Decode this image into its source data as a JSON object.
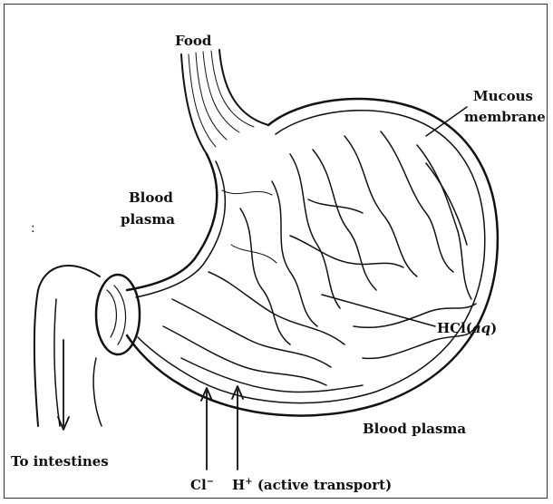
{
  "labels": {
    "food": "Food",
    "mucous_line1": "Mucous",
    "mucous_line2": "membrane",
    "blood_plasma_left_line1": "Blood",
    "blood_plasma_left_line2": "plasma",
    "hcl_prefix": "HCl(",
    "hcl_aq": "aq",
    "hcl_suffix": ")",
    "blood_plasma_right": "Blood plasma",
    "to_intestines": "To intestines",
    "chloride_symbol": "Cl",
    "chloride_charge": "−",
    "hydrogen_symbol": "H",
    "hydrogen_charge": "+",
    "active_transport": "(active transport)"
  },
  "colors": {
    "ink": "#111111",
    "background": "#ffffff"
  }
}
